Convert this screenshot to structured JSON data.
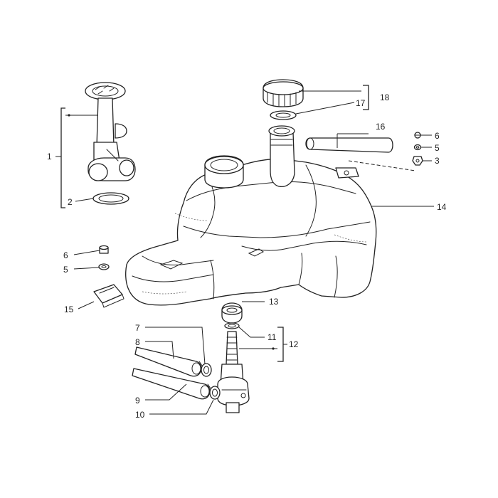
{
  "callouts": {
    "c1": "1",
    "c2": "2",
    "c3": "3",
    "c5a": "5",
    "c5b": "5",
    "c6a": "6",
    "c6b": "6",
    "c7": "7",
    "c8": "8",
    "c9": "9",
    "c10": "10",
    "c11": "11",
    "c12": "12",
    "c13": "13",
    "c14": "14",
    "c15": "15",
    "c16": "16",
    "c17": "17",
    "c18": "18"
  },
  "colors": {
    "ink": "#222222",
    "background": "#ffffff"
  }
}
